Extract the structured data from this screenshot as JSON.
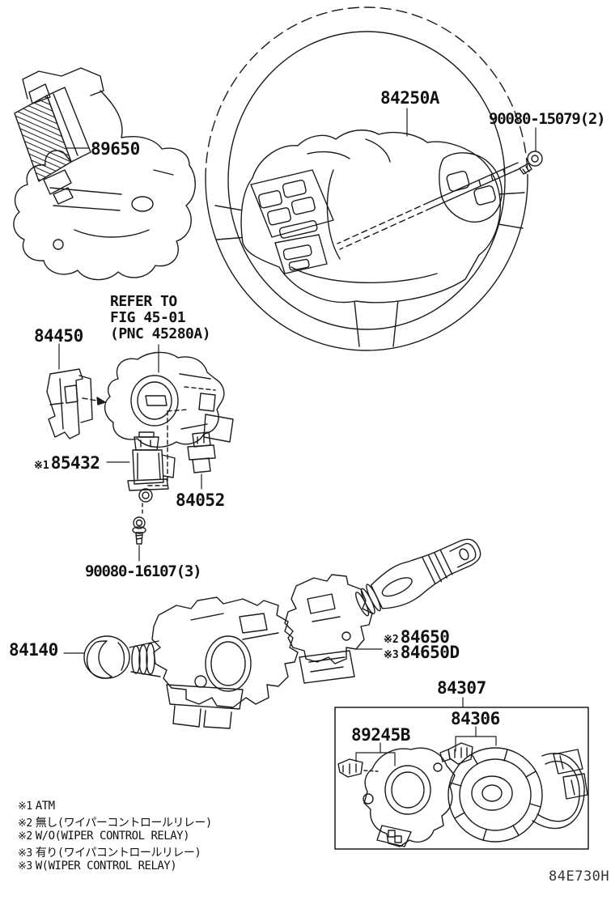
{
  "diagram": {
    "code": "84E730H",
    "parts": {
      "ecu": {
        "number": "89650"
      },
      "wheel_pad_switch": {
        "number": "84250A"
      },
      "wheel_screw": {
        "number": "90080-15079(2)"
      },
      "refer_note": {
        "line1": "REFER TO",
        "line2": "FIG 45-01",
        "line3": "(PNC 45280A)"
      },
      "key_interlock": {
        "number": "84450"
      },
      "solenoid": {
        "mark": "※1",
        "number": "85432"
      },
      "knob_switch": {
        "number": "84052"
      },
      "solenoid_screw": {
        "number": "90080-16107(3)"
      },
      "light_control_switch": {
        "number": "84140"
      },
      "wiper_switch": {
        "mark": "※2",
        "number": "84650"
      },
      "wiper_switch_alt": {
        "mark": "※3",
        "number": "84650D"
      },
      "sensor_assembly": {
        "number": "84307"
      },
      "spiral_cable": {
        "number": "84306"
      },
      "steering_sensor": {
        "number": "89245B"
      }
    },
    "footnotes": [
      {
        "mark": "※1",
        "text": "ATM"
      },
      {
        "mark": "※2",
        "text": "無し(ワイパーコントロールリレー)"
      },
      {
        "mark": "※2",
        "text": "W/O(WIPER CONTROL RELAY)"
      },
      {
        "mark": "※3",
        "text": "有り(ワイパコントロールリレー)"
      },
      {
        "mark": "※3",
        "text": "W(WIPER CONTROL RELAY)"
      }
    ]
  }
}
